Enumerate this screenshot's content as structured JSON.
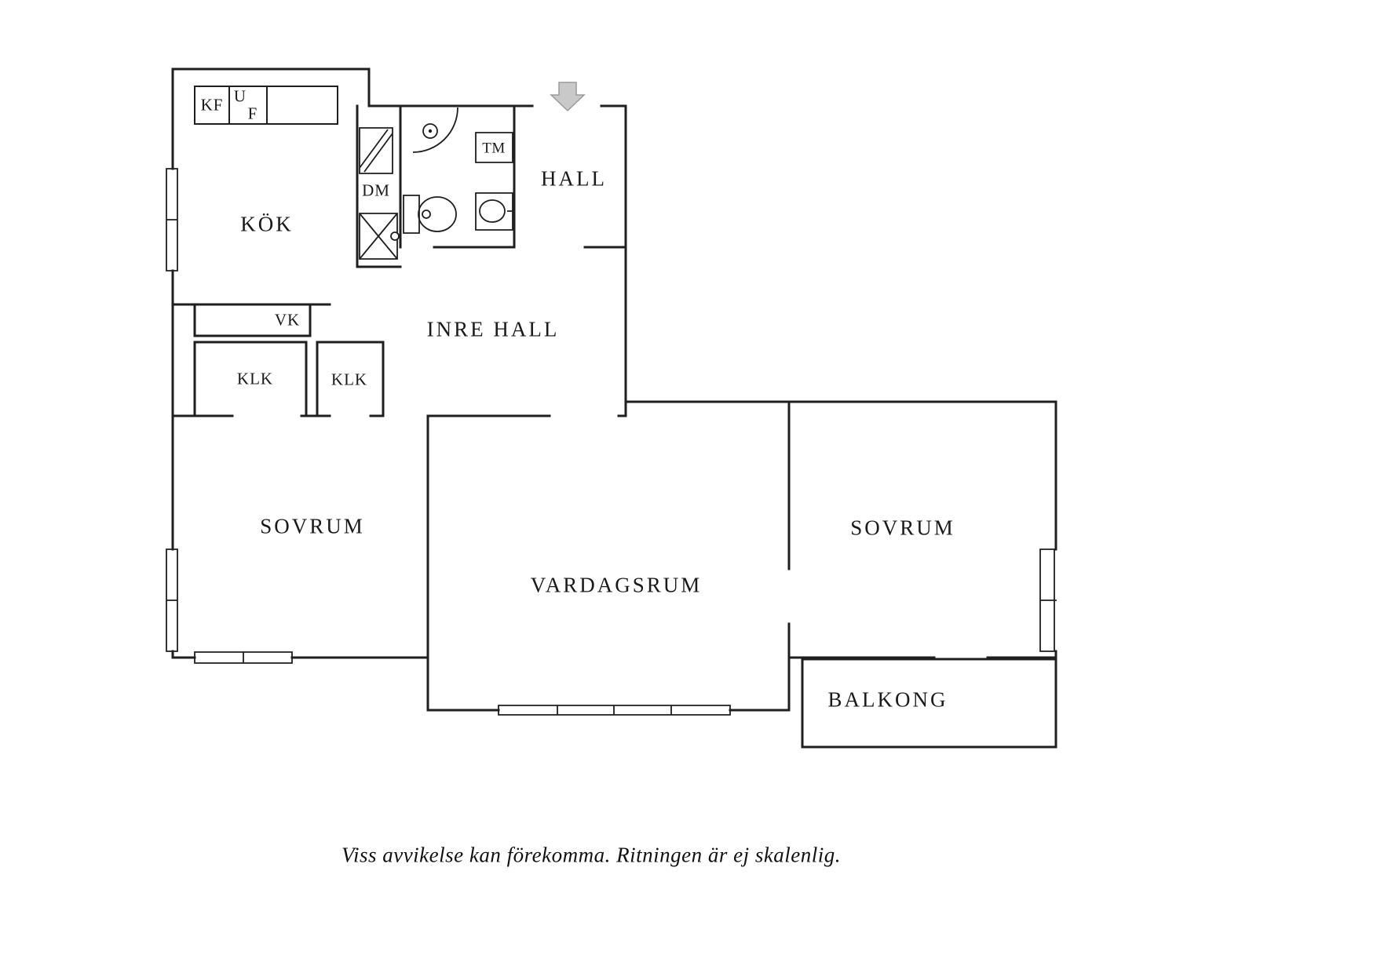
{
  "page": {
    "background_color": "#ffffff",
    "footer_note": "Viss avvikelse kan förekomma. Ritningen är ej skalenlig."
  },
  "floorplan": {
    "line_color": "#1f1f1f",
    "entrance_arrow_color": "#c9c9c9",
    "rooms": {
      "kok": "KÖK",
      "hall": "HALL",
      "inre_hall": "INRE HALL",
      "sovrum_left": "SOVRUM",
      "vardagsrum": "VARDAGSRUM",
      "sovrum_right": "SOVRUM",
      "balkong": "BALKONG"
    },
    "closets": {
      "vk": "VK",
      "klk_left": "KLK",
      "klk_right": "KLK"
    },
    "appliances": {
      "kf": "KF",
      "u": "U",
      "f": "F",
      "dm": "DM",
      "tm": "TM"
    }
  }
}
